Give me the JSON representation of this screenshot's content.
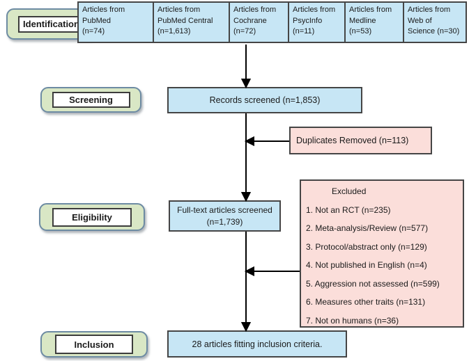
{
  "stages": {
    "identification": "Identification",
    "screening": "Screening",
    "eligibility": "Eligibility",
    "inclusion": "Inclusion"
  },
  "sources": [
    "Articles from\nPubMed\n(n=74)",
    "Articles from\nPubMed Central\n(n=1,613)",
    "Articles from\nCochrane\n(n=72)",
    "Articles from\nPsycInfo\n(n=11)",
    "Articles from\nMedline\n(n=53)",
    "Articles from\nWeb of\nScience (n=30)"
  ],
  "screening_flow": {
    "records_screened": "Records screened (n=1,853)",
    "duplicates_removed": "Duplicates Removed (n=113)"
  },
  "eligibility_flow": {
    "fulltext_screened": "Full-text articles screened\n(n=1,739)"
  },
  "excluded": {
    "title": "Excluded",
    "items": [
      "1. Not an RCT (n=235)",
      "2. Meta-analysis/Review (n=577)",
      "3. Protocol/abstract only (n=129)",
      "4. Not published in English (n=4)",
      "5. Aggression not assessed (n=599)",
      "6. Measures other traits (n=131)",
      "7. Not on humans (n=36)"
    ]
  },
  "inclusion_flow": {
    "result": "28 articles fitting inclusion criteria."
  },
  "colors": {
    "source_box_fill": "#c7e6f5",
    "exclusion_box_fill": "#fbdeda",
    "stage_label_fill": "#d9e7c5",
    "stage_label_border": "#6d8ba3",
    "box_border": "#454545",
    "arrow": "#000000"
  }
}
